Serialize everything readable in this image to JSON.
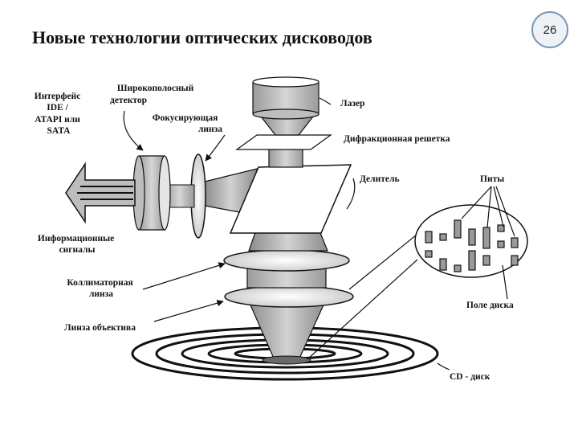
{
  "slide": {
    "title": "Новые технологии оптических дисководов",
    "page_number": "26"
  },
  "labels": {
    "interface": [
      "Интерфейс",
      "IDE /",
      "ATAPI или",
      "SATA"
    ],
    "detector": [
      "Широкополосный",
      "детектор"
    ],
    "focusing_lens": [
      "Фокусирующая",
      "линза"
    ],
    "laser": "Лазер",
    "grating": "Дифракционная решетка",
    "splitter": "Делитель",
    "pits": "Питы",
    "info_signals": [
      "Информационные",
      "сигналы"
    ],
    "collimator": [
      "Коллиматорная",
      "линза"
    ],
    "disk_field": "Поле диска",
    "objective": "Линза объектива",
    "cd": "CD - диск"
  }
}
